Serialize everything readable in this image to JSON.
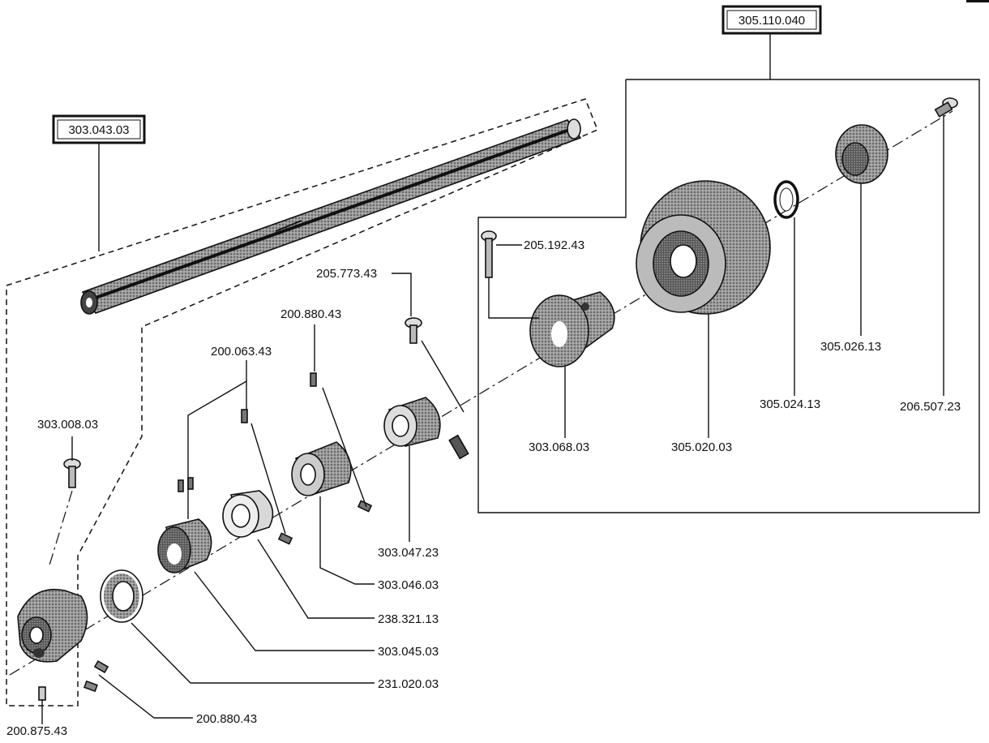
{
  "groups": {
    "shaft_group": "303.043.03",
    "flange_group": "305.110.040"
  },
  "labels": {
    "screw_205_192": "205.192.43",
    "screw_205_773": "205.773.43",
    "setscrew_200_880_a": "200.880.43",
    "setscrew_200_063": "200.063.43",
    "screw_303_008": "303.008.03",
    "hub_303_068": "303.068.03",
    "flange_305_020": "305.020.03",
    "ring_305_024": "305.024.13",
    "cap_305_026": "305.026.13",
    "screw_206_507": "206.507.23",
    "gear_303_047": "303.047.23",
    "gear_303_046": "303.046.03",
    "collar_238_321": "238.321.13",
    "collar_303_045": "303.045.03",
    "bearing_231_020": "231.020.03",
    "setscrew_200_880_b": "200.880.43",
    "pin_200_875": "200.875.43"
  }
}
